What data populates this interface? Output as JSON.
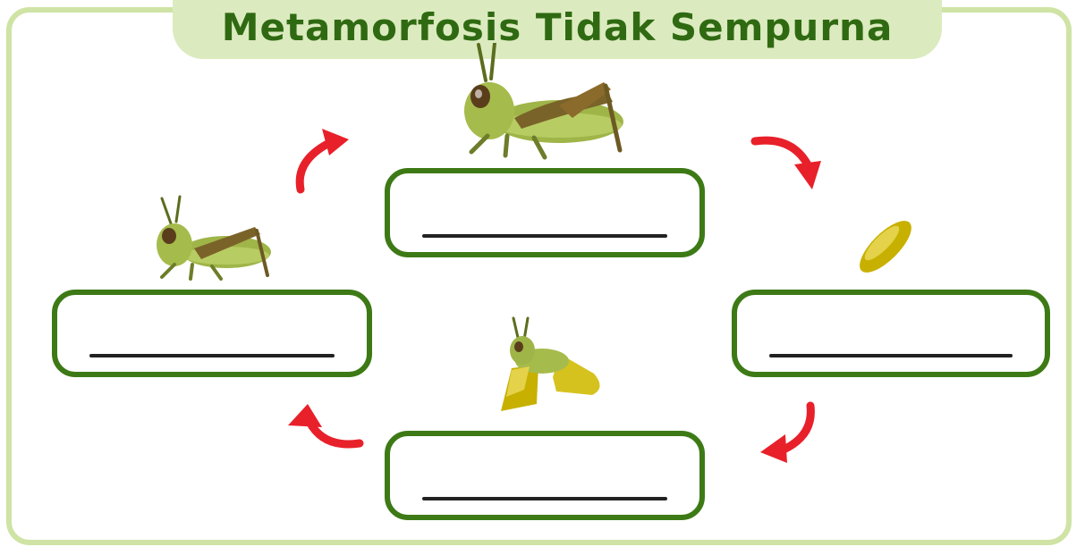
{
  "title": "Metamorfosis Tidak Sempurna",
  "stages": [
    {
      "id": "top",
      "icon": "adult-grasshopper-icon"
    },
    {
      "id": "right",
      "icon": "egg-icon"
    },
    {
      "id": "bottom",
      "icon": "nymph-hatching-icon"
    },
    {
      "id": "left",
      "icon": "young-grasshopper-icon"
    }
  ],
  "colors": {
    "frame": "#cfe3a5",
    "title_bg": "#dcebbf",
    "title_text": "#2f6a12",
    "box_border": "#3d7a16",
    "arrow": "#e8202a"
  }
}
